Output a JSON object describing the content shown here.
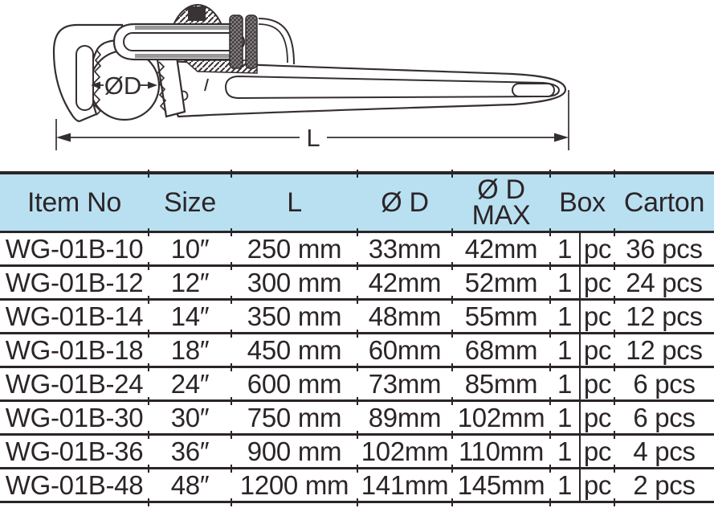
{
  "drawing": {
    "type": "technical line drawing of a heavy-duty Stillson pipe wrench, side view",
    "diameter_label": "ØD",
    "length_label": "L"
  },
  "table": {
    "header": {
      "item": "Item No",
      "size": "Size",
      "length": "L",
      "diameter": "Ø D",
      "diameter_max_line1": "Ø D",
      "diameter_max_line2": "MAX",
      "box": "Box",
      "carton": "Carton"
    },
    "rows": [
      {
        "item": "WG-01B-10",
        "size": "10″",
        "length": "250 mm",
        "d": "33mm",
        "d_max": "42mm",
        "box_qty": "1",
        "box_unit": "pc",
        "carton": "36 pcs"
      },
      {
        "item": "WG-01B-12",
        "size": "12″",
        "length": "300 mm",
        "d": "42mm",
        "d_max": "52mm",
        "box_qty": "1",
        "box_unit": "pc",
        "carton": "24 pcs"
      },
      {
        "item": "WG-01B-14",
        "size": "14″",
        "length": "350 mm",
        "d": "48mm",
        "d_max": "55mm",
        "box_qty": "1",
        "box_unit": "pc",
        "carton": "12 pcs"
      },
      {
        "item": "WG-01B-18",
        "size": "18″",
        "length": "450 mm",
        "d": "60mm",
        "d_max": "68mm",
        "box_qty": "1",
        "box_unit": "pc",
        "carton": "12 pcs"
      },
      {
        "item": "WG-01B-24",
        "size": "24″",
        "length": "600 mm",
        "d": "73mm",
        "d_max": "85mm",
        "box_qty": "1",
        "box_unit": "pc",
        "carton": "6 pcs"
      },
      {
        "item": "WG-01B-30",
        "size": "30″",
        "length": "750 mm",
        "d": "89mm",
        "d_max": "102mm",
        "box_qty": "1",
        "box_unit": "pc",
        "carton": "6 pcs"
      },
      {
        "item": "WG-01B-36",
        "size": "36″",
        "length": "900 mm",
        "d": "102mm",
        "d_max": "110mm",
        "box_qty": "1",
        "box_unit": "pc",
        "carton": "4 pcs"
      },
      {
        "item": "WG-01B-48",
        "size": "48″",
        "length": "1200 mm",
        "d": "141mm",
        "d_max": "145mm",
        "box_qty": "1",
        "box_unit": "pc",
        "carton": "2 pcs"
      }
    ]
  },
  "colors": {
    "header_background": "#b9e0f1",
    "grid_line": "#2b2527",
    "text": "#2b2527",
    "drawing_line": "#352e30"
  }
}
